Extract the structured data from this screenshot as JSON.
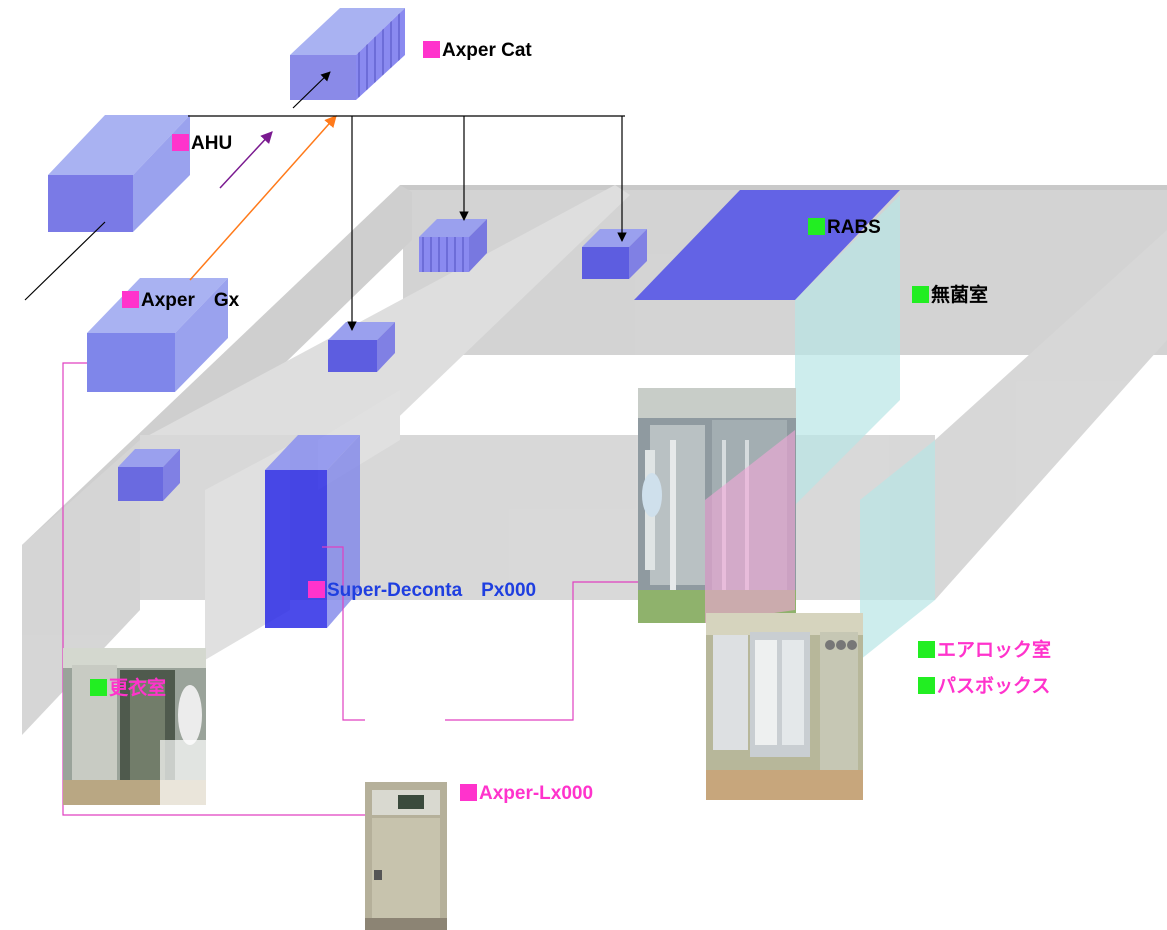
{
  "colors": {
    "magenta_marker": "#ff33cc",
    "green_marker": "#22ee22",
    "equipment_blue": "#6f6fe6",
    "wall_gray": "#bdbdbd",
    "glass_cyan": "#bfe9e9",
    "pink_panel": "#f3a6d9",
    "connector_line": "#e040c0",
    "arrow_orange": "#ff7a1a",
    "arrow_purple": "#7a1a90"
  },
  "labels": {
    "axper_cat": "Axper Cat",
    "ahu": "AHU",
    "axper_gx": "Axper　Gx",
    "rabs": "RABS",
    "mukinshitsu": "無菌室",
    "super_deconta": "Super-Deconta　Px000",
    "koui": "更衣室",
    "air_lock": "エアロック室",
    "pass_box": "パスボックス",
    "axper_lx": "Axper-Lx000"
  },
  "icons": {
    "magenta_marker": "magenta-square-icon",
    "green_marker": "green-square-icon"
  }
}
